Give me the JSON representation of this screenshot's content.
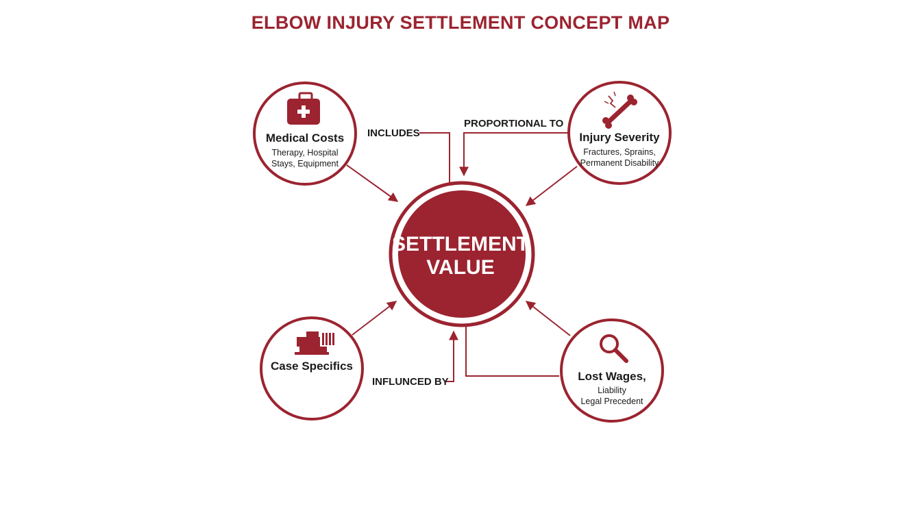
{
  "title": "ELBOW INJURY SETTLEMENT CONCEPT MAP",
  "colors": {
    "accent": "#9b2430",
    "accent_dark": "#8a1f2a",
    "text": "#1a1a1a",
    "background": "#ffffff"
  },
  "center": {
    "line1": "SETTLEMENT",
    "line2": "VALUE"
  },
  "nodes": {
    "medical": {
      "title": "Medical Costs",
      "line1": "Therapy, Hospital",
      "line2": "Stays, Equipment",
      "icon": "first-aid-kit-icon"
    },
    "severity": {
      "title": "Injury Severity",
      "line1": "Fractures, Sprains,",
      "line2": "Permanent Disability",
      "icon": "broken-bone-icon"
    },
    "case": {
      "title": "Case Specifics",
      "icon": "legal-documents-icon"
    },
    "wages": {
      "title": "Lost Wages,",
      "line1": "Liability",
      "line2": "Legal Precedent",
      "icon": "magnifying-glass-icon"
    }
  },
  "relations": {
    "includes": "INCLUDES",
    "proportional": "PROPORTIONAL TO",
    "influenced": "INFLUNCED BY"
  }
}
